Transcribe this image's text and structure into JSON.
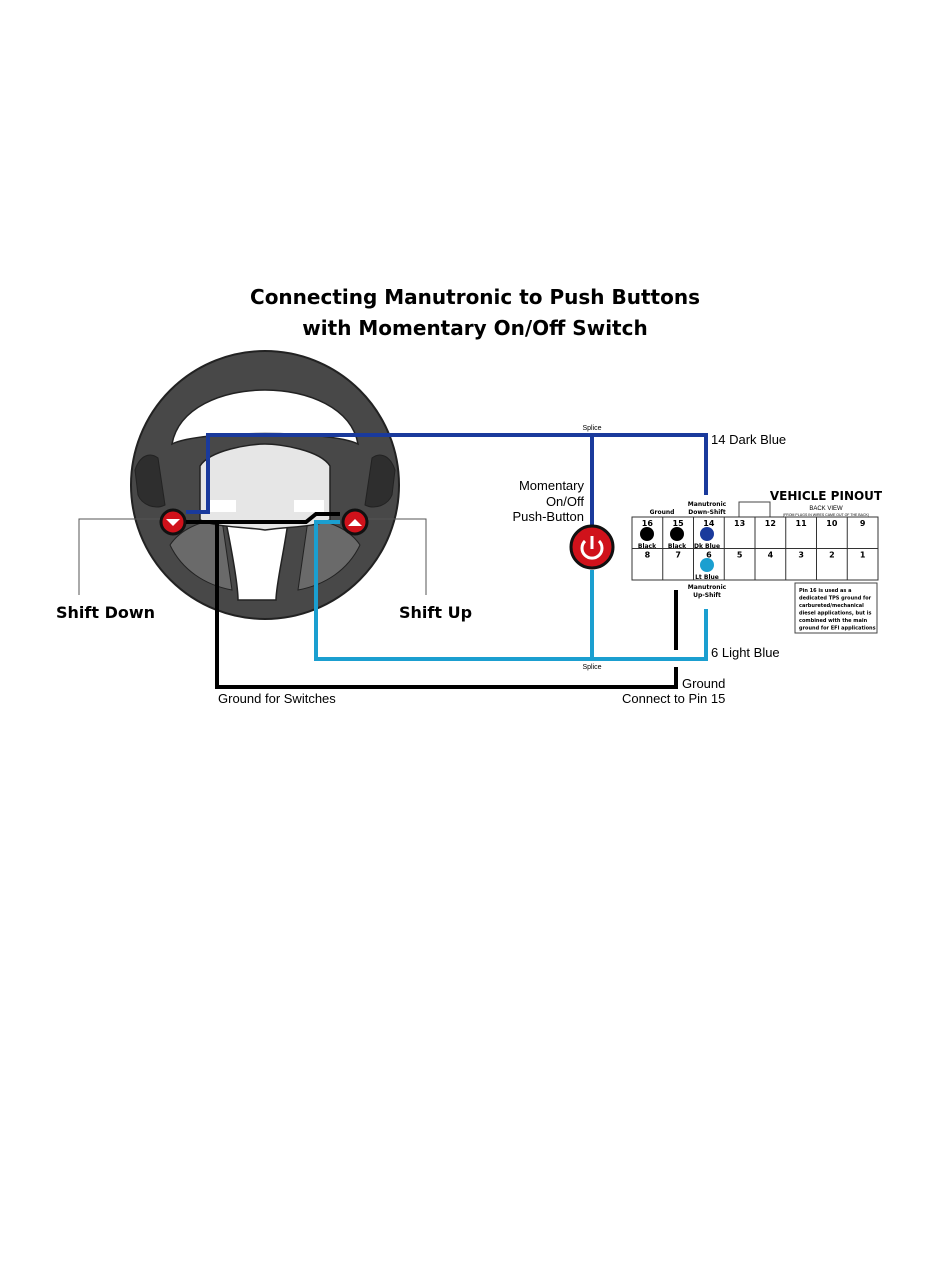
{
  "title": {
    "line1": "Connecting Manutronic to Push Buttons",
    "line2": "with Momentary On/Off Switch"
  },
  "labels": {
    "shift_down": "Shift Down",
    "shift_up": "Shift Up",
    "splice_top": "Splice",
    "splice_bottom": "Splice",
    "momentary_line1": "Momentary",
    "momentary_line2": "On/Off",
    "momentary_line3": "Push-Button",
    "dark_blue": "14 Dark Blue",
    "light_blue": "6 Light Blue",
    "ground": "Ground",
    "connect_pin": "Connect to Pin 15",
    "ground_switches": "Ground for Switches"
  },
  "pinout": {
    "title": "VEHICLE PINOUT",
    "back_view": "BACK VIEW",
    "back_view_sub": "(FROM PLUGS IN WIRES CAME OUT OF THE BACK)",
    "ground_label": "Ground",
    "downshift_line1": "Manutronic",
    "downshift_line2": "Down-Shift",
    "upshift_line1": "Manutronic",
    "upshift_line2": "Up-Shift",
    "top_row": [
      "16",
      "15",
      "14",
      "13",
      "12",
      "11",
      "10",
      "9"
    ],
    "bottom_row": [
      "8",
      "7",
      "6",
      "5",
      "4",
      "3",
      "2",
      "1"
    ],
    "pin16_color": "Black",
    "pin15_color": "Black",
    "pin14_color": "Dk Blue",
    "pin6_color": "Lt Blue",
    "note_lines": [
      "Pin 16 is used as a",
      "dedicated TPS ground for",
      "carbureted/mechanical",
      "diesel applications, but is",
      "combined with the main",
      "ground for EFI applications"
    ]
  },
  "colors": {
    "dark_blue": "#1a3a9c",
    "light_blue": "#1b9fd0",
    "ground": "#000000",
    "button_red": "#d0121b",
    "wheel_dark": "#4a4a4a",
    "wheel_hub": "#e6e6e6"
  }
}
